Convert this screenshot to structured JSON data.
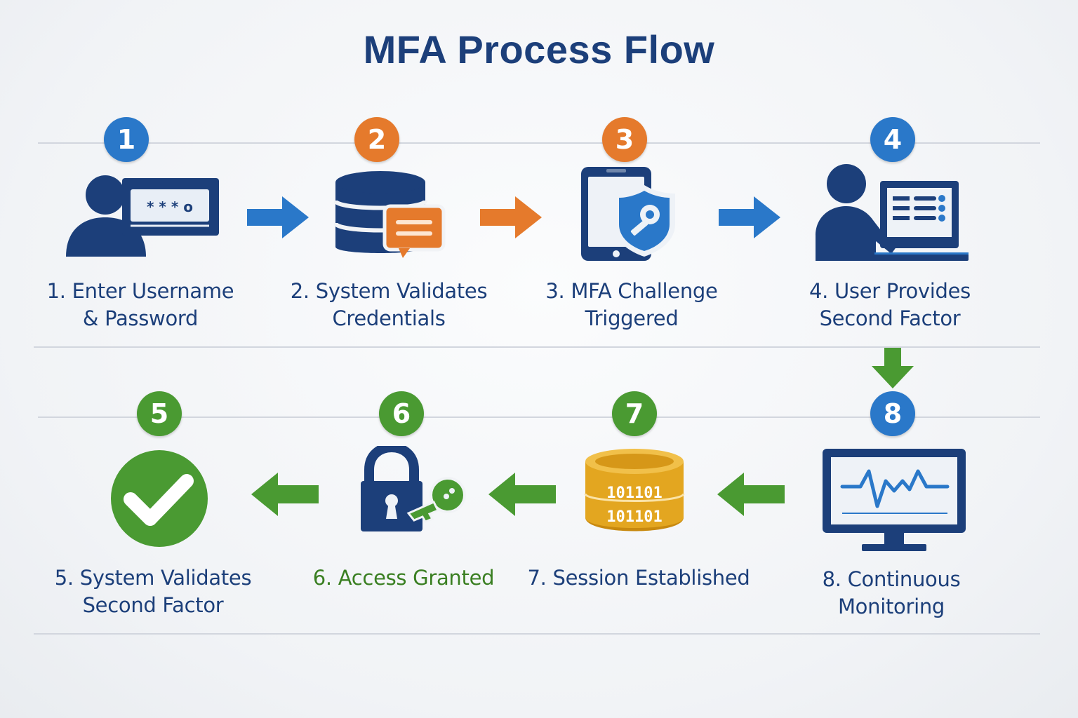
{
  "title": "MFA Process Flow",
  "colors": {
    "navy": "#1c3f7a",
    "blue": "#2a78c9",
    "orange": "#e57a2c",
    "green": "#4a9a32",
    "label_green": "#3a7f22"
  },
  "steps": [
    {
      "number": "1",
      "badge_color": "#2a78c9",
      "icon": "user-password-icon",
      "label_lines": [
        "1. Enter Username",
        "& Password"
      ]
    },
    {
      "number": "2",
      "badge_color": "#e57a2c",
      "icon": "database-message-icon",
      "label_lines": [
        "2. System Validates",
        "Credentials"
      ]
    },
    {
      "number": "3",
      "badge_color": "#e57a2c",
      "icon": "tablet-shield-key-icon",
      "label_lines": [
        "3. MFA Challenge",
        "Triggered"
      ]
    },
    {
      "number": "4",
      "badge_color": "#2a78c9",
      "icon": "user-computer-icon",
      "label_lines": [
        "4. User Provides",
        "Second Factor"
      ]
    },
    {
      "number": "5",
      "badge_color": "#4a9a32",
      "icon": "checkmark-circle-icon",
      "label_lines": [
        "5. System Validates",
        "Second Factor"
      ]
    },
    {
      "number": "6",
      "badge_color": "#4a9a32",
      "icon": "padlock-key-icon",
      "label_lines": [
        "6. Access Granted"
      ]
    },
    {
      "number": "7",
      "badge_color": "#4a9a32",
      "icon": "binary-database-icon",
      "label_lines": [
        "7. Session Established"
      ]
    },
    {
      "number": "8",
      "badge_color": "#2a78c9",
      "icon": "monitor-pulse-icon",
      "label_lines": [
        "8. Continuous",
        "Monitoring"
      ]
    }
  ],
  "binary_text": [
    "101101",
    "101101"
  ],
  "password_mask": "* * * o"
}
